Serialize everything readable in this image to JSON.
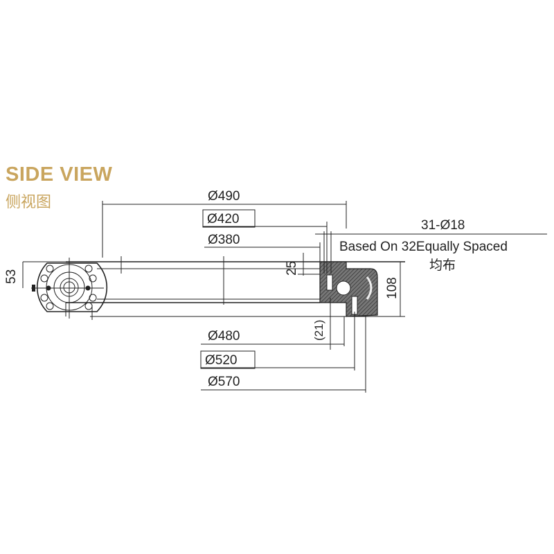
{
  "title": "SIDE VIEW",
  "subtitle": "侧视图",
  "dimensions": {
    "d490": "Ø490",
    "d420": "Ø420",
    "d380": "Ø380",
    "d480": "Ø480",
    "d520": "Ø520",
    "d570": "Ø570",
    "h53": "53",
    "h25": "25",
    "h108": "108",
    "h21": "(21)"
  },
  "holes": {
    "spec": "31-Ø18",
    "note": "Based On 32Equally Spaced",
    "note_cn": "均布"
  }
}
